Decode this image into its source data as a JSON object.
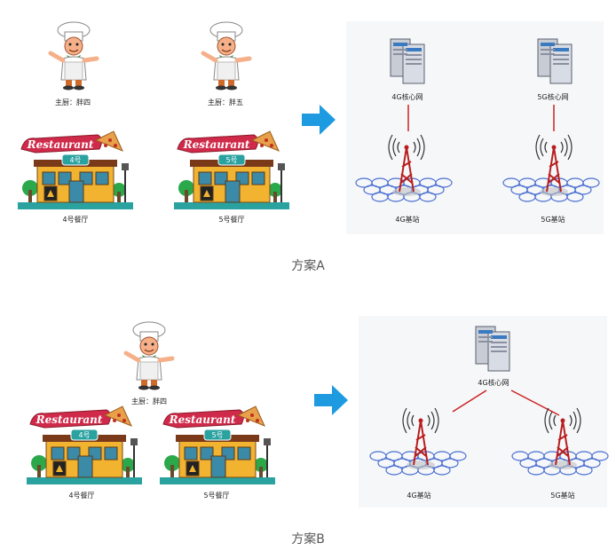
{
  "schemeA": {
    "chefs": [
      "主厨：胖四",
      "主厨：胖五"
    ],
    "restaurants": [
      {
        "sign": "Restaurant",
        "num": "4号",
        "name": "4号餐厅"
      },
      {
        "sign": "Restaurant",
        "num": "5号",
        "name": "5号餐厅"
      }
    ],
    "cores": [
      "4G核心网",
      "5G核心网"
    ],
    "stations": [
      "4G基站",
      "5G基站"
    ],
    "caption": "方案A"
  },
  "schemeB": {
    "chef": "主厨：胖四",
    "restaurants": [
      {
        "sign": "Restaurant",
        "num": "4号",
        "name": "4号餐厅"
      },
      {
        "sign": "Restaurant",
        "num": "5号",
        "name": "5号餐厅"
      }
    ],
    "core": "4G核心网",
    "stations": [
      "4G基站",
      "5G基站"
    ],
    "caption": "方案B"
  },
  "colors": {
    "arrow": "#1e9be0",
    "link": "#cc2222",
    "tower": "#b81e1e",
    "mesh": "#4a6fd0"
  }
}
